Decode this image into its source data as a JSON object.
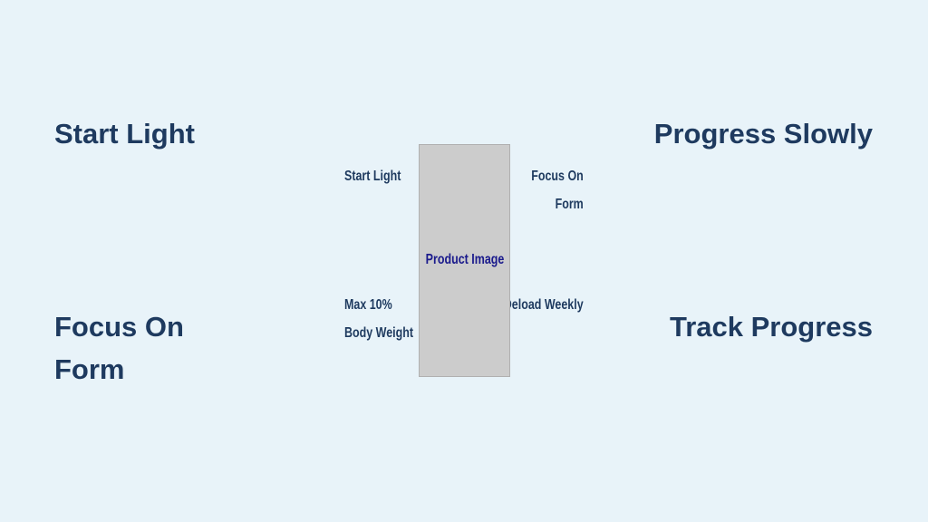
{
  "headings": {
    "top_left": "Start Light",
    "top_right": "Progress Slowly",
    "bottom_left_1": "Focus On",
    "bottom_left_2": "Form",
    "bottom_right": "Track Progress"
  },
  "labels": {
    "left_top": "Start Light",
    "left_bottom_1": "Max 10%",
    "left_bottom_2": "Body Weight",
    "right_top_1": "Focus On",
    "right_top_2": "Form",
    "right_bottom": "Deload Weekly"
  },
  "product_image": "Product Image"
}
